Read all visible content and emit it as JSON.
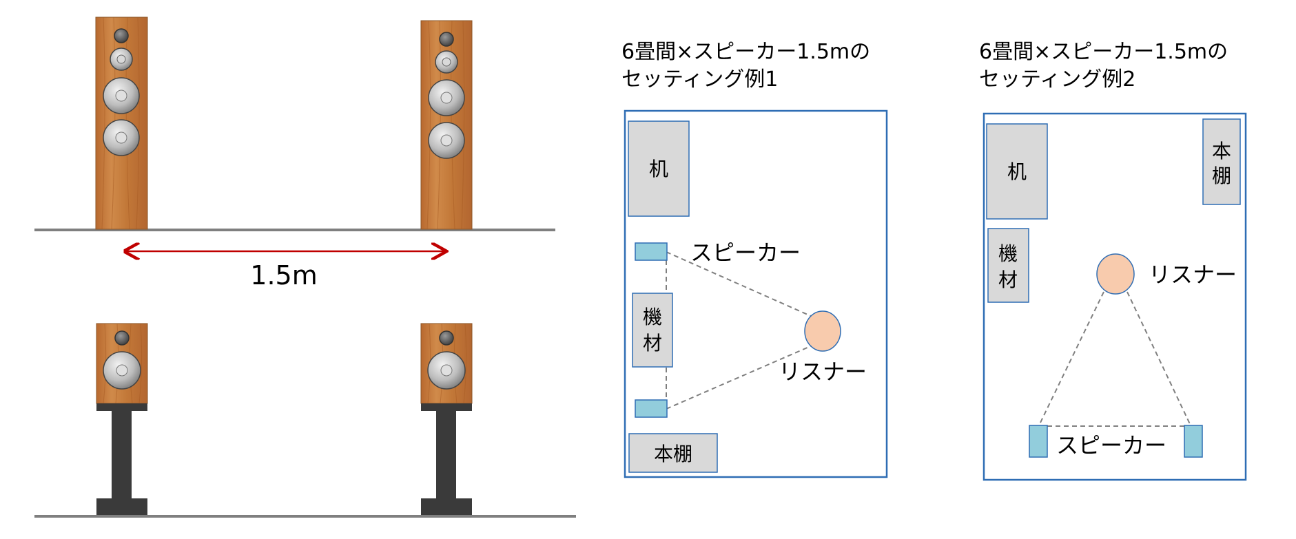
{
  "colors": {
    "wood": "#c47a3e",
    "floor": "#7f7f7f",
    "arrow": "#c00000",
    "room_border": "#2e6db4",
    "furniture_fill": "#d9d9d9",
    "speaker_fill": "#92cddc",
    "listener_fill": "#f8cbad",
    "stand": "#3a3a3a"
  },
  "illustration": {
    "distance_label": "1.5m"
  },
  "example1": {
    "title_line1": "6畳間×スピーカー1.5mの",
    "title_line2": "セッティング例1",
    "desk": "机",
    "speaker": "スピーカー",
    "equipment_line1": "機",
    "equipment_line2": "材",
    "listener": "リスナー",
    "bookshelf": "本棚"
  },
  "example2": {
    "title_line1": "6畳間×スピーカー1.5mの",
    "title_line2": "セッティング例2",
    "desk": "机",
    "bookshelf_line1": "本",
    "bookshelf_line2": "棚",
    "equipment_line1": "機",
    "equipment_line2": "材",
    "listener": "リスナー",
    "speaker": "スピーカー"
  }
}
